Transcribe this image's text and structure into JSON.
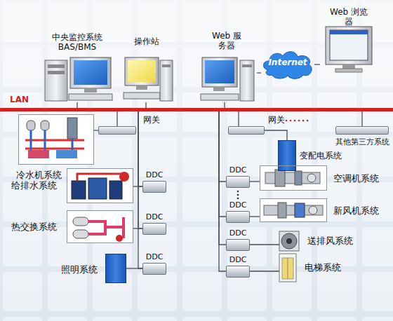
{
  "diagram": {
    "nodes": [
      {
        "text": [
          "中央监控系统 BAS/BMS"
        ]
      },
      {
        "text": [
          "操作站"
        ]
      },
      {
        "text": [
          "Web 服务器"
        ]
      },
      {
        "text": [
          "Internet"
        ]
      },
      {
        "text": [
          "Web 浏览器"
        ]
      },
      {
        "text": [
          "LAN"
        ]
      },
      {
        "text": [
          "网关"
        ]
      },
      {
        "text": [
          "冷水机系统"
        ]
      },
      {
        "text": [
          "给排水系统"
        ]
      },
      {
        "text": [
          "DDC"
        ]
      },
      {
        "text": [
          "热交换系统"
        ]
      },
      {
        "text": [
          "DDC"
        ]
      },
      {
        "text": [
          "照明系统"
        ]
      },
      {
        "text": [
          "DDC"
        ]
      },
      {
        "text": [
          "网关"
        ]
      },
      {
        "text": [
          "变配电系统"
        ]
      },
      {
        "text": [
          "其他第三方系统"
        ]
      },
      {
        "text": [
          "DDC"
        ]
      },
      {
        "text": [
          "空调机系统"
        ]
      },
      {
        "text": [
          "DDC"
        ]
      },
      {
        "text": [
          "新风机系统"
        ]
      },
      {
        "text": [
          "DDC"
        ]
      },
      {
        "text": [
          "送排风系统"
        ]
      },
      {
        "text": [
          "DDC"
        ]
      },
      {
        "text": [
          "电梯系统"
        ]
      }
    ],
    "edges": [
      {
        "from": 0,
        "to": 5,
        "arrow": "none"
      },
      {
        "from": 1,
        "to": 5,
        "arrow": "none"
      },
      {
        "from": 2,
        "to": 5,
        "arrow": "none"
      },
      {
        "from": 2,
        "to": 3,
        "arrow": "none"
      },
      {
        "from": 3,
        "to": 4,
        "arrow": "none"
      },
      {
        "from": 6,
        "to": 5,
        "arrow": "none"
      },
      {
        "from": 7,
        "to": 6,
        "arrow": "none"
      },
      {
        "from": 9,
        "to": 5,
        "arrow": "none"
      },
      {
        "from": 9,
        "to": 8,
        "arrow": "none"
      },
      {
        "from": 11,
        "to": 5,
        "arrow": "none"
      },
      {
        "from": 11,
        "to": 10,
        "arrow": "none"
      },
      {
        "from": 13,
        "to": 5,
        "arrow": "none"
      },
      {
        "from": 13,
        "to": 12,
        "arrow": "none"
      },
      {
        "from": 14,
        "to": 5,
        "arrow": "none"
      },
      {
        "from": 15,
        "to": 14,
        "arrow": "none"
      },
      {
        "from": 16,
        "to": 5,
        "arrow": "none"
      },
      {
        "from": 17,
        "to": 5,
        "arrow": "none"
      },
      {
        "from": 17,
        "to": 18,
        "arrow": "none"
      },
      {
        "from": 19,
        "to": 5,
        "arrow": "none"
      },
      {
        "from": 19,
        "to": 20,
        "arrow": "none"
      },
      {
        "from": 21,
        "to": 5,
        "arrow": "none"
      },
      {
        "from": 21,
        "to": 22,
        "arrow": "none"
      },
      {
        "from": 23,
        "to": 5,
        "arrow": "none"
      },
      {
        "from": 23,
        "to": 24,
        "arrow": "none"
      }
    ]
  }
}
